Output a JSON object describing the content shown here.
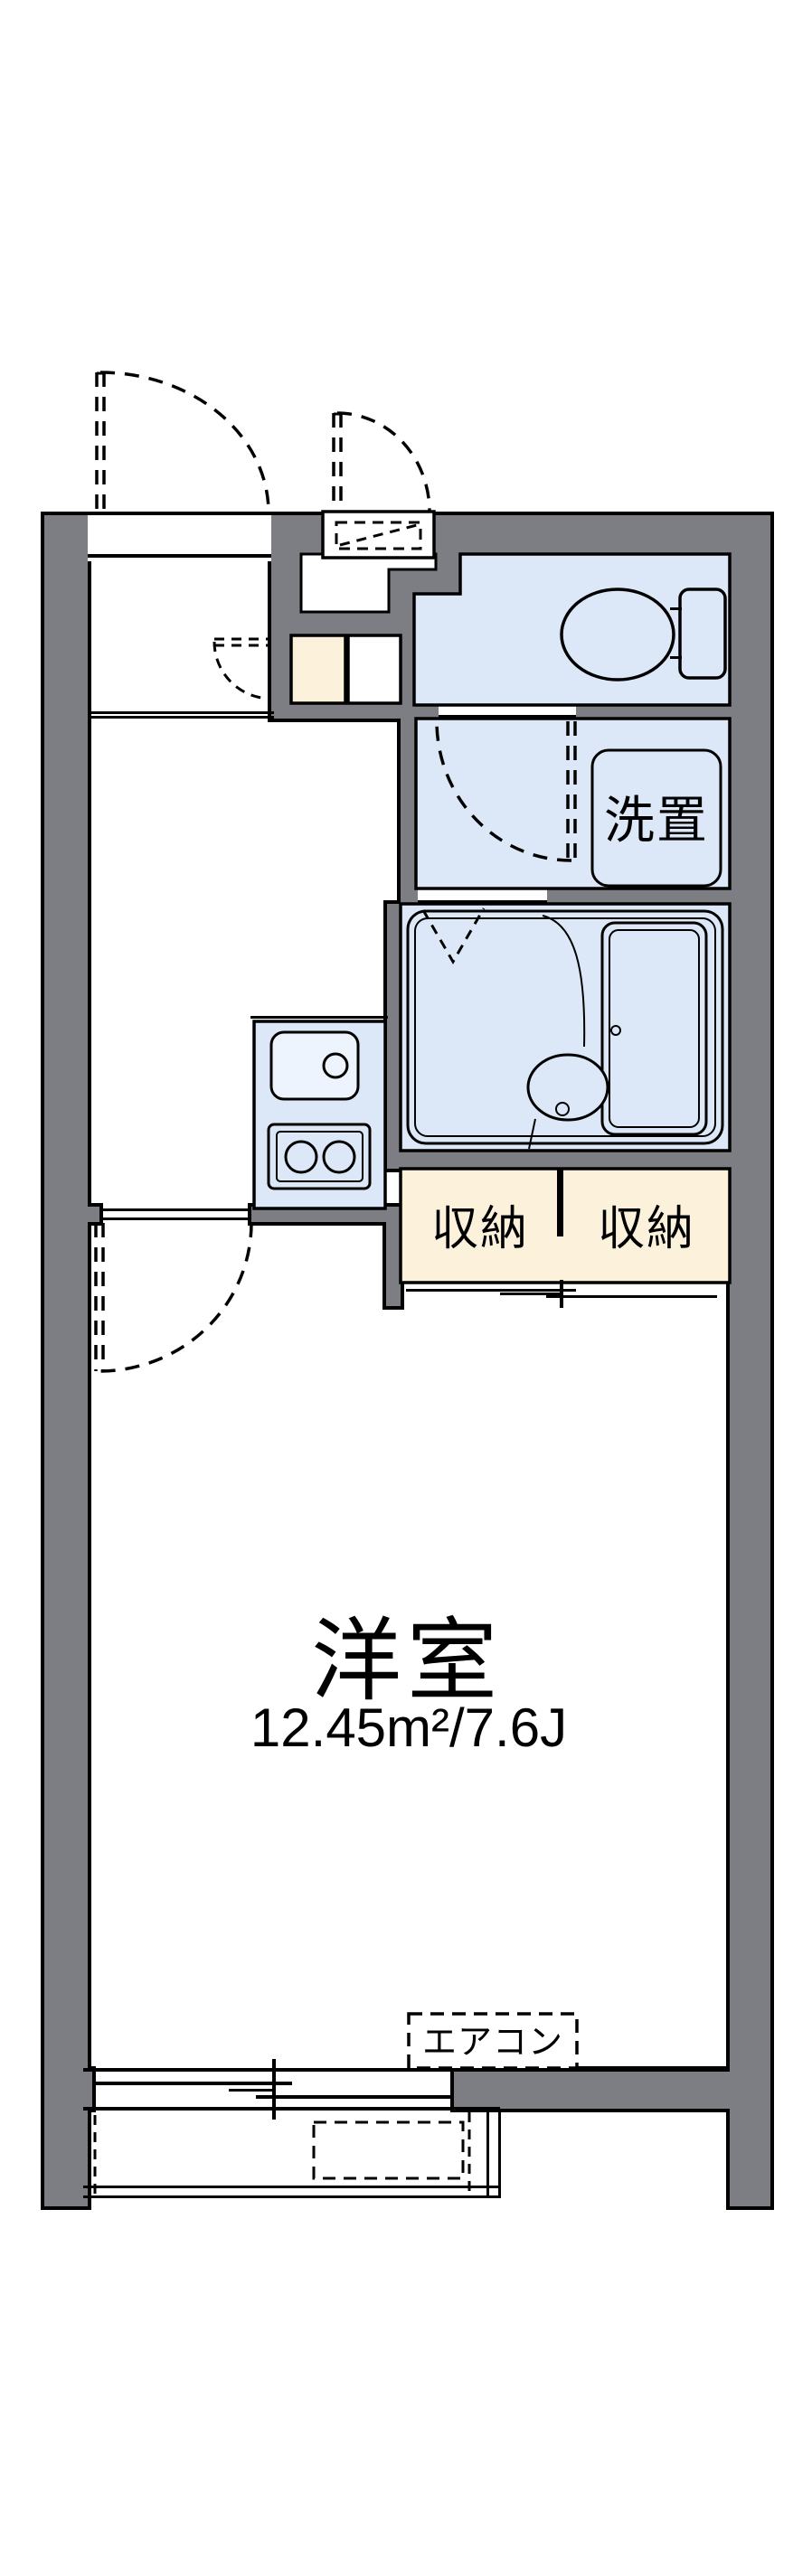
{
  "document": {
    "type": "japanese-apartment-floor-plan"
  },
  "labels": {
    "western_room": "洋室",
    "western_room_area": "12.45m²/7.6J",
    "storage_left": "収納",
    "storage_right": "収納",
    "laundry_space": "洗置",
    "aircon": "エアコン"
  },
  "rooms": [
    {
      "name": "western-room",
      "label": "洋室",
      "area": "12.45m²/7.6J"
    },
    {
      "name": "toilet-room",
      "label": ""
    },
    {
      "name": "washroom",
      "label": "洗置"
    },
    {
      "name": "bathroom",
      "label": ""
    },
    {
      "name": "kitchen-hall",
      "label": ""
    },
    {
      "name": "storage-closet-left",
      "label": "収納"
    },
    {
      "name": "storage-closet-right",
      "label": "収納"
    },
    {
      "name": "balcony",
      "label": ""
    }
  ],
  "fixtures": [
    "toilet",
    "washing-machine-pan",
    "bathtub",
    "shower-basin",
    "kitchen-sink",
    "two-burner-stove",
    "meter-box",
    "air-conditioner"
  ],
  "colors": {
    "wall": "#7d7d84",
    "wet": "#dce8f8",
    "beige": "#fcf2dc",
    "line": "#000000",
    "paper": "#ffffff"
  }
}
